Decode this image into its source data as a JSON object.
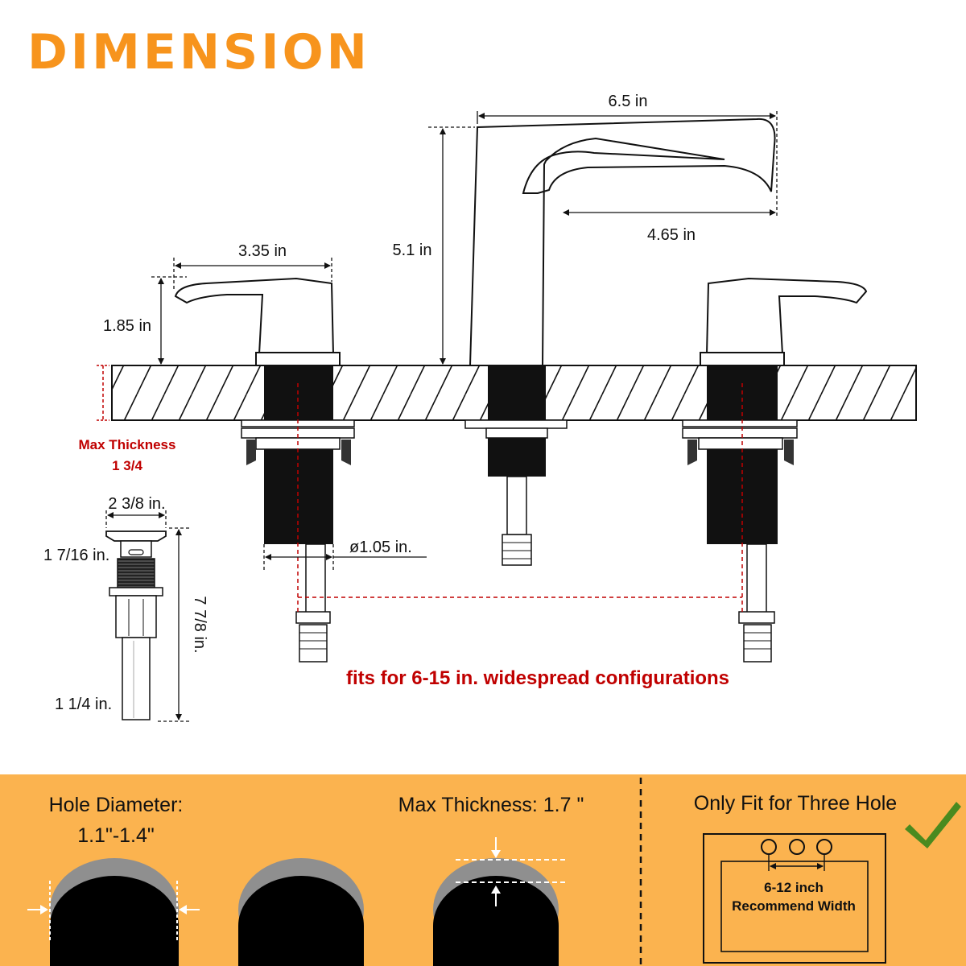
{
  "title": "DIMENSION",
  "faucet": {
    "spout_length": "6.5 in",
    "spout_reach": "4.65 in",
    "spout_height": "5.1 in",
    "handle_length": "3.35 in",
    "handle_height": "1.85 in",
    "shank_diameter": "ø1.05 in.",
    "max_thickness_label": "Max Thickness",
    "max_thickness_value": "1 3/4",
    "widespread_note": "fits for 6-15 in. widespread configurations"
  },
  "drain": {
    "top_width": "2 3/8 in.",
    "thread_width": "1 7/16 in.",
    "total_height": "7 7/8 in.",
    "tail_diameter": "1 1/4 in."
  },
  "band": {
    "hole_diameter_label": "Hole Diameter:",
    "hole_diameter_value": "1.1\"-1.4\"",
    "max_thickness": "Max Thickness: 1.7 \"",
    "three_hole_title": "Only Fit for Three Hole",
    "recommend_width_value": "6-12 inch",
    "recommend_width_label": "Recommend Width"
  },
  "colors": {
    "title": "#f7941d",
    "band_background": "#fbb34f",
    "note_red": "#c00000",
    "check_green": "#4a8a1f"
  }
}
